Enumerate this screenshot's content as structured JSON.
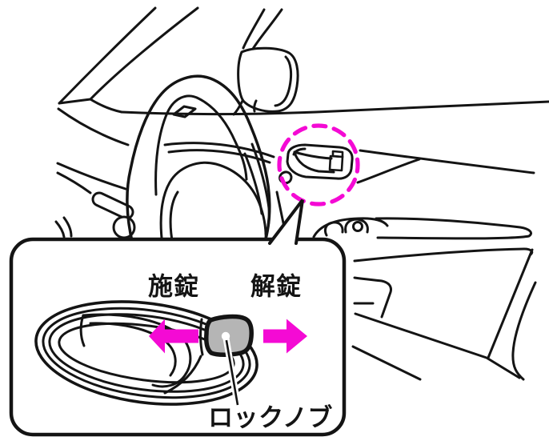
{
  "illustration": {
    "scene": "car-interior-driver-side-with-inner-door-handle-highlighted",
    "highlight": {
      "shape": "dashed-circle",
      "target": "inner-door-handle"
    },
    "callout": {
      "lock_label": "施錠",
      "unlock_label": "解錠",
      "knob_label": "ロックノブ",
      "arrows": [
        {
          "direction": "left",
          "meaning": "施錠"
        },
        {
          "direction": "right",
          "meaning": "解錠"
        }
      ]
    },
    "colors": {
      "accent_magenta": "#f40ad4",
      "line": "#141414",
      "knob_gray": "#b5b5b5",
      "background": "#ffffff"
    },
    "icons": [
      "highlight-dashed-circle-icon",
      "arrow-left-icon",
      "arrow-right-icon"
    ]
  }
}
